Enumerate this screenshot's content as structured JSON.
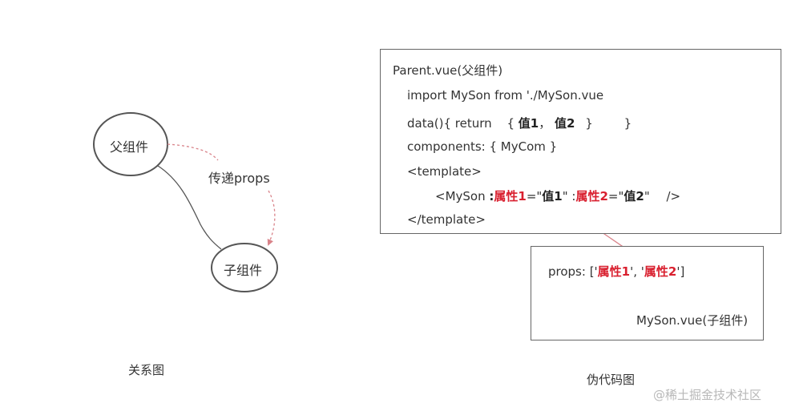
{
  "diagram": {
    "nodes": {
      "parent": "父组件",
      "child": "子组件"
    },
    "edge_label": "传递props",
    "left_caption": "关系图",
    "right_caption": "伪代码图"
  },
  "parent_code": {
    "line1": "Parent.vue(父组件)",
    "line2": "import MySon from './MySon.vue",
    "line3_prefix": "data(){ return",
    "line3_open": "{",
    "line3_val1": "值1",
    "line3_comma": "，",
    "line3_val2": "值2",
    "line3_close1": "}",
    "line3_close2": "}",
    "line4": "components: { MyCom }",
    "line5": "<template>",
    "line6_prefix": "<MySon",
    "line6_colon1": ":",
    "line6_prop1": "属性1",
    "line6_eq1": "=\"",
    "line6_val1": "值1",
    "line6_q1": "\"",
    "line6_colon2": ":",
    "line6_prop2": "属性2",
    "line6_eq2": "=\"",
    "line6_val2": "值2",
    "line6_q2": "\"",
    "line6_end": "/>",
    "line7": "</template>"
  },
  "child_code": {
    "props_prefix": "props: ['",
    "prop1": "属性1",
    "sep": "', '",
    "prop2": "属性2",
    "props_suffix": "']",
    "filename": "MySon.vue(子组件)"
  },
  "watermark": "@稀土掘金技术社区",
  "colors": {
    "highlight_red": "#d9202f",
    "arrow_pink": "#d9838a",
    "node_stroke": "#555555"
  }
}
